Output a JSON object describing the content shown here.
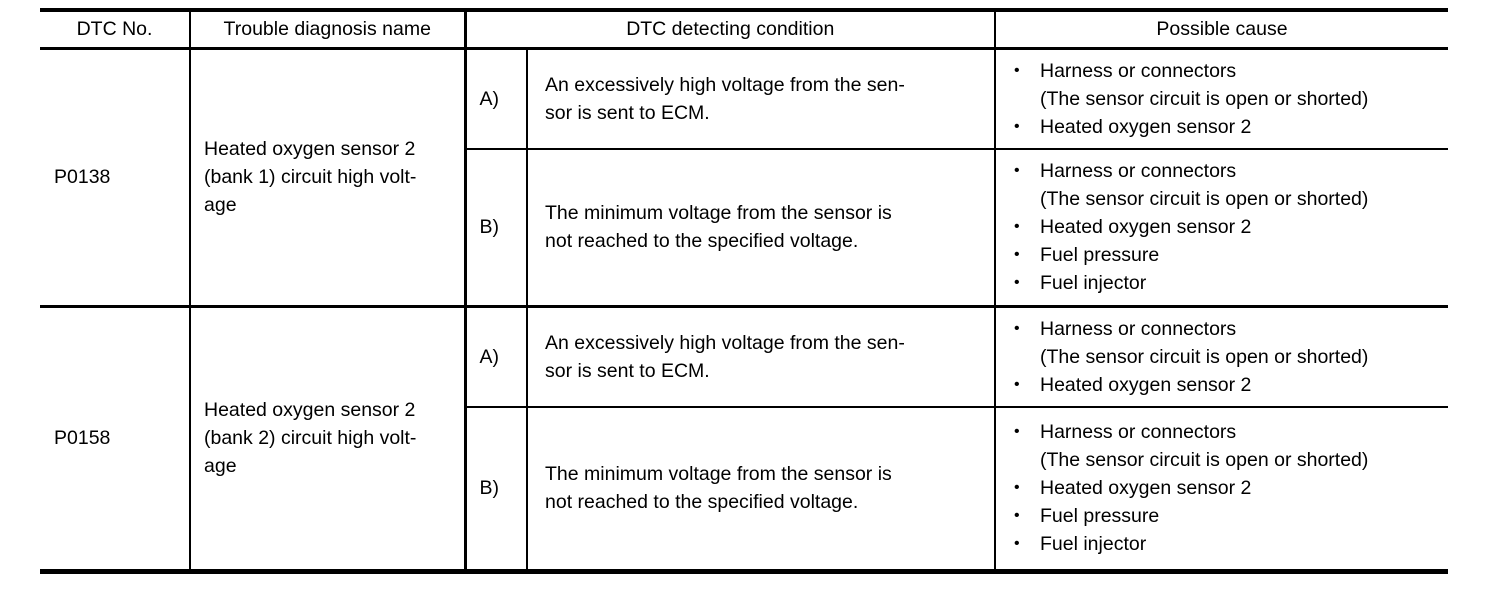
{
  "page": {
    "background": "#ffffff",
    "text_color": "#000000",
    "border_color": "#000000"
  },
  "glyphs": {
    "bullet": "•"
  },
  "table": {
    "headers": {
      "dtc_no": "DTC No.",
      "trouble_name": "Trouble diagnosis name",
      "detecting_condition": "DTC detecting condition",
      "possible_cause": "Possible cause"
    },
    "rows": [
      {
        "dtc": "P0138",
        "name_lines": [
          "Heated oxygen sensor 2",
          "(bank 1) circuit high volt-",
          "age"
        ],
        "subs": [
          {
            "label": "A)",
            "condition_lines": [
              "An excessively high voltage from the sen-",
              "sor is sent to ECM."
            ],
            "causes": [
              {
                "lines": [
                  "Harness or connectors",
                  "(The sensor circuit is open or shorted)"
                ]
              },
              {
                "lines": [
                  "Heated oxygen sensor 2"
                ]
              }
            ]
          },
          {
            "label": "B)",
            "condition_lines": [
              "The minimum voltage from the sensor is",
              "not reached to the specified voltage."
            ],
            "causes": [
              {
                "lines": [
                  "Harness or connectors",
                  "(The sensor circuit is open or shorted)"
                ]
              },
              {
                "lines": [
                  "Heated oxygen sensor 2"
                ]
              },
              {
                "lines": [
                  "Fuel pressure"
                ]
              },
              {
                "lines": [
                  "Fuel injector"
                ]
              }
            ]
          }
        ]
      },
      {
        "dtc": "P0158",
        "name_lines": [
          "Heated oxygen sensor 2",
          "(bank 2) circuit high volt-",
          "age"
        ],
        "subs": [
          {
            "label": "A)",
            "condition_lines": [
              "An excessively high voltage from the sen-",
              "sor is sent to ECM."
            ],
            "causes": [
              {
                "lines": [
                  "Harness or connectors",
                  "(The sensor circuit is open or shorted)"
                ]
              },
              {
                "lines": [
                  "Heated oxygen sensor 2"
                ]
              }
            ]
          },
          {
            "label": "B)",
            "condition_lines": [
              "The minimum voltage from the sensor is",
              "not reached to the specified voltage."
            ],
            "causes": [
              {
                "lines": [
                  "Harness or connectors",
                  "(The sensor circuit is open or shorted)"
                ]
              },
              {
                "lines": [
                  "Heated oxygen sensor 2"
                ]
              },
              {
                "lines": [
                  "Fuel pressure"
                ]
              },
              {
                "lines": [
                  "Fuel injector"
                ]
              }
            ]
          }
        ]
      }
    ]
  }
}
